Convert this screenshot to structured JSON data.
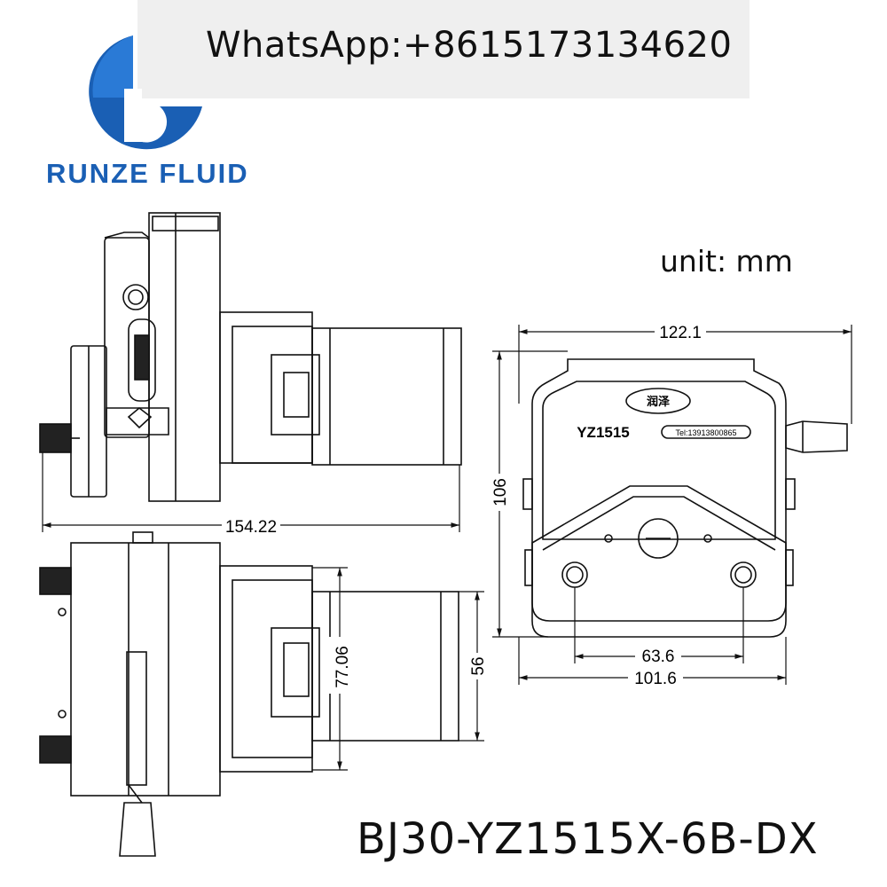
{
  "contact": {
    "whatsapp": "WhatsApp:+8615173134620"
  },
  "brand": {
    "name": "RUNZE FLUID",
    "color": "#1a5fb4",
    "logo_icon": "runze-g-logo-icon"
  },
  "drawing": {
    "unit_label": "unit: mm",
    "model": "BJ30-YZ1515X-6B-DX",
    "pump_label": "YZ1515",
    "chinese_mark": "润泽",
    "tel_label": "Tel:13913800865",
    "dimensions": {
      "total_length": "154.22",
      "width": "122.1",
      "height": "106",
      "mount_spacing": "63.6",
      "base_width": "101.6",
      "motor_mount": "77.06",
      "motor_width": "56"
    }
  }
}
